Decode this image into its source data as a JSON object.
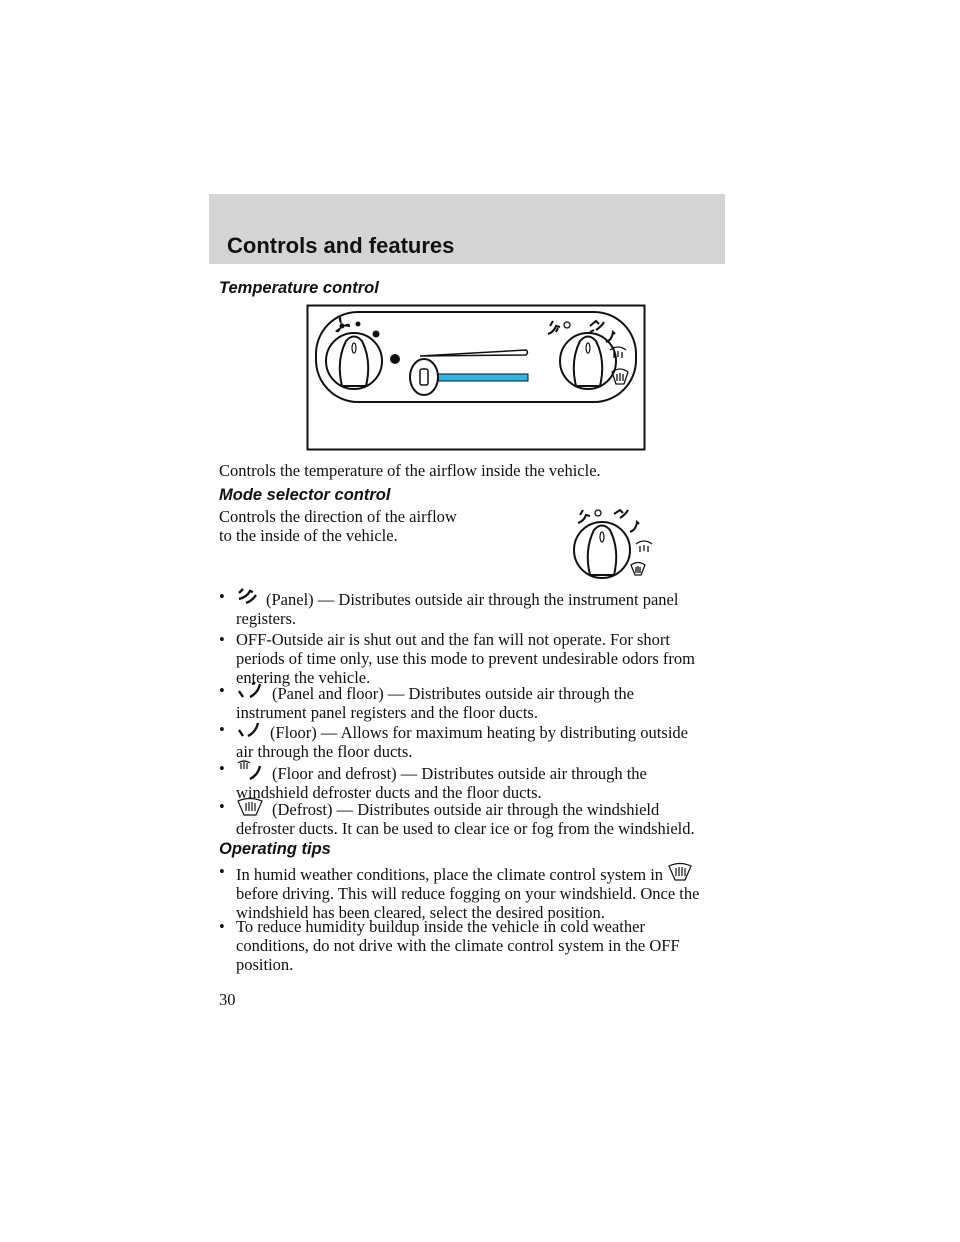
{
  "header": {
    "title": "Controls and features"
  },
  "sections": {
    "temperature": {
      "heading": "Temperature control",
      "body": "Controls the temperature of the airflow inside the vehicle."
    },
    "mode": {
      "heading": "Mode selector control",
      "body_line1": "Controls the direction of the airflow",
      "body_line2": "to the inside of the vehicle.",
      "bullets": [
        {
          "icon": "panel-vent-icon",
          "line1": "(Panel) — Distributes outside air through the instrument panel",
          "line2": "registers."
        },
        {
          "icon": "",
          "line1": "OFF-Outside air is shut out and the fan will not operate. For short",
          "line2": "periods of time only, use this mode to prevent undesirable odors from",
          "line3": "entering the vehicle."
        },
        {
          "icon": "panel-floor-vent-icon",
          "line1": "(Panel and floor) — Distributes outside air through the",
          "line2": "instrument panel registers and the floor ducts."
        },
        {
          "icon": "floor-vent-icon",
          "line1": "(Floor) — Allows for maximum heating by distributing outside",
          "line2": "air through the floor ducts."
        },
        {
          "icon": "floor-defrost-icon",
          "line1": "(Floor and defrost) — Distributes outside air through the",
          "line2": "windshield defroster ducts and the floor ducts."
        },
        {
          "icon": "defrost-icon",
          "line1": "(Defrost) — Distributes outside air through the windshield",
          "line2": "defroster ducts. It can be used to clear ice or fog from the windshield."
        }
      ]
    },
    "tips": {
      "heading": "Operating tips",
      "bullets": [
        {
          "line1": "In humid weather conditions, place the climate control system in",
          "line2": "before driving. This will reduce fogging on your windshield. Once the",
          "line3": "windshield has been cleared, select the desired position."
        },
        {
          "line1": "To reduce humidity buildup inside the vehicle in cold weather",
          "line2": "conditions, do not drive with the climate control system in the OFF",
          "line3": "position."
        }
      ]
    }
  },
  "bullet_char": "•",
  "page_number": "30"
}
